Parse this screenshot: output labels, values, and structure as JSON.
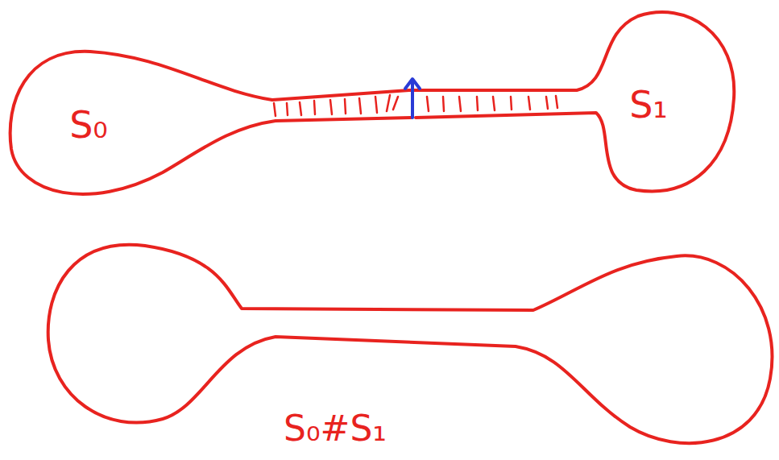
{
  "diagram": {
    "nodes": [
      {
        "text": [
          "S₀"
        ]
      },
      {
        "text": [
          "S₁"
        ]
      }
    ],
    "labels": [
      "S₀#S₁"
    ]
  }
}
